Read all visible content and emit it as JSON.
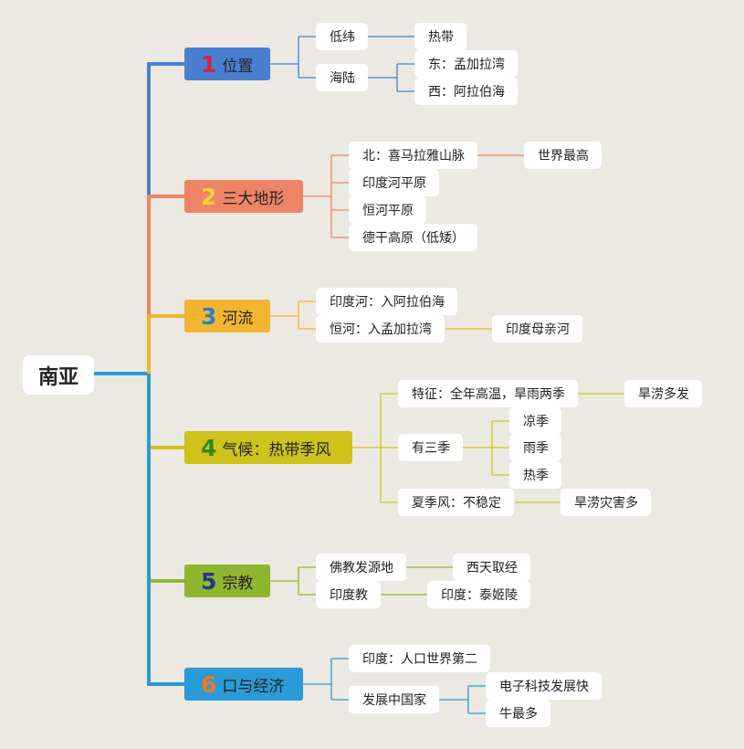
{
  "root": "南亚",
  "colors": {
    "background": "#ebe9e2",
    "blue": "#4a7fd0",
    "orange": "#ee8466",
    "amber": "#f2b531",
    "olive": "#cfc21b",
    "green": "#8fb631",
    "cyan": "#2a9bd6",
    "number_red": "#d8243c",
    "number_yellow": "#f5cf3b",
    "number_blue": "#2a82c4",
    "number_green": "#2c8a1d",
    "number_navy": "#1f3a7a",
    "number_orange": "#ef7b1b"
  },
  "topics": [
    {
      "number": "1",
      "label": "位置"
    },
    {
      "number": "2",
      "label": "三大地形"
    },
    {
      "number": "3",
      "label": "河流"
    },
    {
      "number": "4",
      "label": "气候：热带季风"
    },
    {
      "number": "5",
      "label": "宗教"
    },
    {
      "number": "6",
      "label": "口与经济"
    }
  ],
  "nodes": {
    "t1": {
      "low_lat": "低纬",
      "tropic": "热带",
      "sea_land": "海陆",
      "east": "东：孟加拉湾",
      "west": "西：阿拉伯海"
    },
    "t2": {
      "north": "北：喜马拉雅山脉",
      "highest": "世界最高",
      "indus_plain": "印度河平原",
      "ganges_plain": "恒河平原",
      "deccan": "德干高原（低矮）"
    },
    "t3": {
      "indus": "印度河：入阿拉伯海",
      "ganges": "恒河：入孟加拉湾",
      "mother_river": "印度母亲河"
    },
    "t4": {
      "feature": "特征：全年高温，旱雨两季",
      "drought_flood": "旱涝多发",
      "three_seasons": "有三季",
      "cool": "凉季",
      "rainy": "雨季",
      "hot": "热季",
      "summer_monsoon": "夏季风：不稳定",
      "disasters": "旱涝灾害多"
    },
    "t5": {
      "buddhism": "佛教发源地",
      "journey": "西天取经",
      "hinduism": "印度教",
      "taj": "印度：泰姬陵"
    },
    "t6": {
      "population": "印度：人口世界第二",
      "developing": "发展中国家",
      "electronics": "电子科技发展快",
      "cattle": "牛最多"
    }
  }
}
